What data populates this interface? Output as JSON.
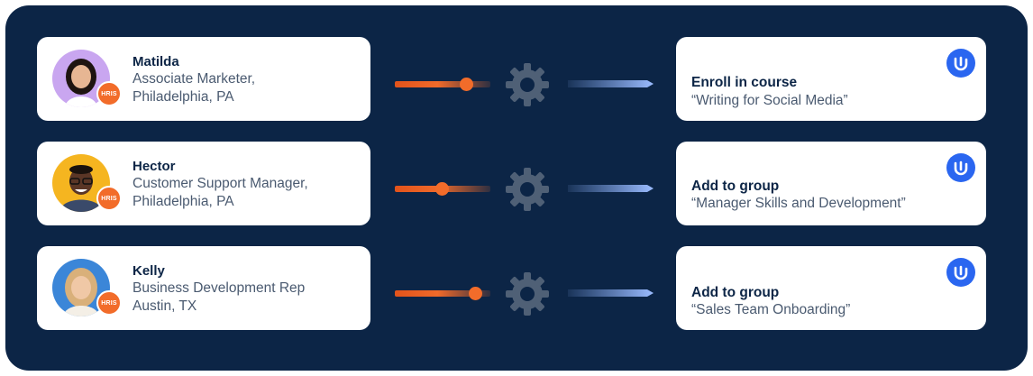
{
  "colors": {
    "panel_bg": "#0c2546",
    "card_bg": "#ffffff",
    "accent_orange": "#f26c2a",
    "accent_blue": "#2a66f0",
    "gear": "#4f6076",
    "arrow": "#8fb4ff"
  },
  "rows": [
    {
      "person": {
        "name": "Matilda",
        "line1": "Associate Marketer,",
        "line2": "Philadelphia, PA",
        "badge": "HRIS",
        "avatar_icon": "avatar-woman-icon"
      },
      "sync_progress": 0.79,
      "action": {
        "title": "Enroll in course",
        "detail": "“Writing for Social Media”",
        "logo_icon": "brand-logo-icon"
      }
    },
    {
      "person": {
        "name": "Hector",
        "line1": "Customer Support Manager,",
        "line2": "Philadelphia, PA",
        "badge": "HRIS",
        "avatar_icon": "avatar-man-icon"
      },
      "sync_progress": 0.49,
      "action": {
        "title": "Add to group",
        "detail": "“Manager Skills and Development”",
        "logo_icon": "brand-logo-icon"
      }
    },
    {
      "person": {
        "name": "Kelly",
        "line1": "Business Development Rep",
        "line2": "Austin, TX",
        "badge": "HRIS",
        "avatar_icon": "avatar-woman-icon"
      },
      "sync_progress": 0.9,
      "action": {
        "title": "Add to group",
        "detail": "“Sales Team Onboarding”",
        "logo_icon": "brand-logo-icon"
      }
    }
  ]
}
